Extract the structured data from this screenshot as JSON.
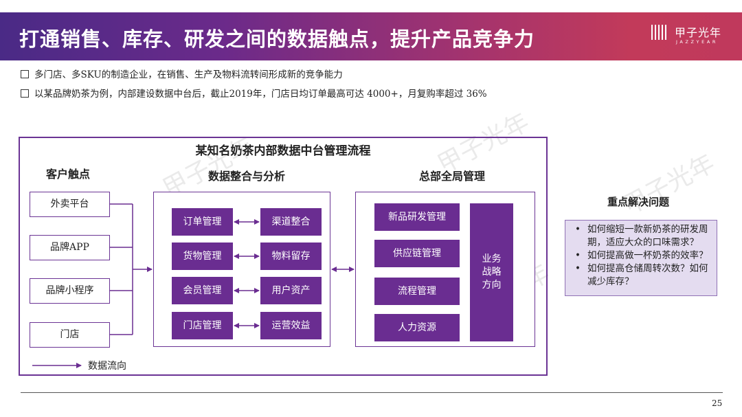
{
  "header": {
    "title": "打通销售、库存、研发之间的数据触点，提升产品竞争力"
  },
  "logo": {
    "name": "甲子光年",
    "sub": "JAZZYEAR"
  },
  "bullets": [
    "多门店、多SKU的制造企业，在销售、生产及物料流转间形成新的竞争能力",
    "以某品牌奶茶为例，内部建设数据中台后，截止2019年，门店日均订单最高可达 4000+，月复购率超过 36%"
  ],
  "diagram": {
    "title": "某知名奶茶内部数据中台管理流程",
    "touchpoints": {
      "heading": "客户触点",
      "items": [
        "外卖平台",
        "品牌APP",
        "品牌小程序",
        "门店"
      ]
    },
    "integration": {
      "heading": "数据整合与分析",
      "left": [
        "订单管理",
        "货物管理",
        "会员管理",
        "门店管理"
      ],
      "right": [
        "渠道整合",
        "物料留存",
        "用户资产",
        "运营效益"
      ]
    },
    "hq": {
      "heading": "总部全局管理",
      "items": [
        "新品研发管理",
        "供应链管理",
        "流程管理",
        "人力资源"
      ],
      "strategy": [
        "业务",
        "战略",
        "方向"
      ]
    },
    "legend": "数据流向"
  },
  "panel": {
    "title": "重点解决问题",
    "items": [
      "如何缩短一款新奶茶的研发周期，适应大众的口味需求？",
      "如何提高做一杯奶茶的效率？",
      "如何提高仓储周转次数？如何减少库存？"
    ]
  },
  "page": {
    "number": "25"
  },
  "colors": {
    "accent": "#6a2d91",
    "panel_bg": "#e4dcf0"
  }
}
